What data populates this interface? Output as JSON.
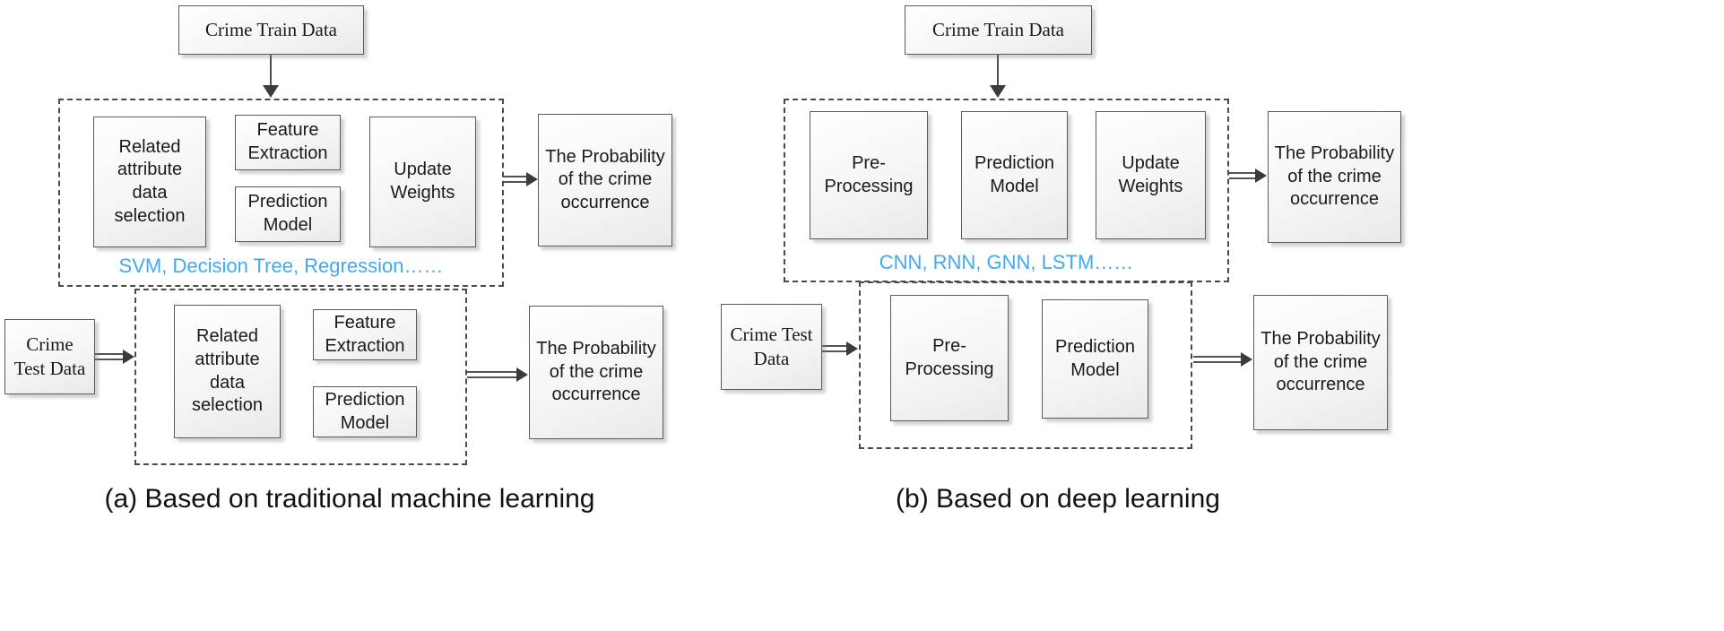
{
  "colors": {
    "accent_blue": "#3fa9f5",
    "box_border": "#5a5a5a",
    "arrow": "#3b3b3b"
  },
  "panel_a": {
    "caption": "(a) Based on traditional machine learning",
    "train_input": "Crime Train Data",
    "test_input": "Crime Test Data",
    "algorithms": "SVM, Decision Tree, Regression……",
    "train_stages": {
      "selection": "Related attribute data selection",
      "feature": "Feature Extraction",
      "model": "Prediction Model",
      "weights": "Update Weights"
    },
    "train_output": "The Probability of the crime occurrence",
    "test_stages": {
      "selection": "Related attribute data selection",
      "feature": "Feature Extraction",
      "model": "Prediction Model"
    },
    "test_output": "The Probability of the crime occurrence"
  },
  "panel_b": {
    "caption": "(b) Based on deep learning",
    "train_input": "Crime Train Data",
    "test_input": "Crime Test Data",
    "algorithms": "CNN, RNN, GNN, LSTM……",
    "train_stages": {
      "preprocess": "Pre-Processing",
      "model": "Prediction Model",
      "weights": "Update Weights"
    },
    "train_output": "The Probability of the crime occurrence",
    "test_stages": {
      "preprocess": "Pre-Processing",
      "model": "Prediction Model"
    },
    "test_output": "The Probability of the crime occurrence"
  }
}
